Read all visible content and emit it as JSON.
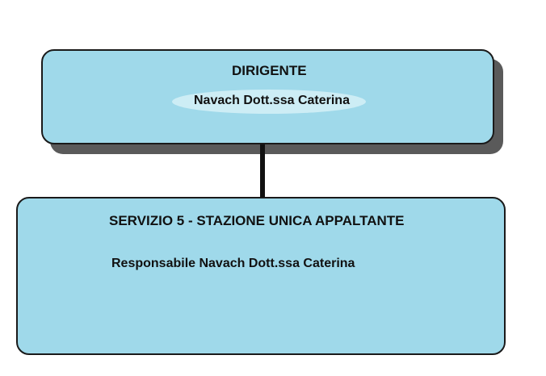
{
  "org_chart": {
    "top_box": {
      "title": "DIRIGENTE",
      "person": "Navach Dott.ssa Caterina"
    },
    "bottom_box": {
      "title": "SERVIZIO 5 - STAZIONE UNICA APPALTANTE",
      "person": "Responsabile Navach Dott.ssa Caterina"
    },
    "colors": {
      "box_fill": "#9fd9ea",
      "box_border": "#1a1a1a",
      "shadow": "#5a5a5a",
      "connector": "#111111"
    }
  }
}
